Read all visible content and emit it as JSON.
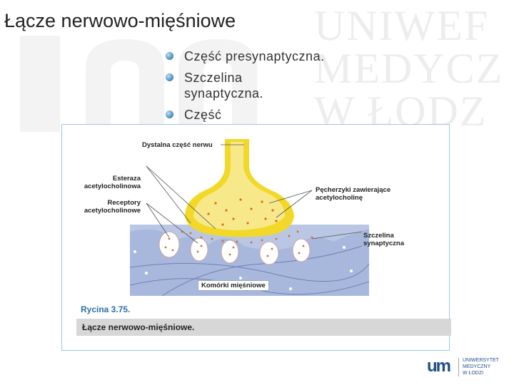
{
  "slide": {
    "title": "Łącze nerwowo-mięśniowe",
    "bullets": [
      "Część presynaptyczna.",
      "Szczelina synaptyczna.",
      "Część"
    ]
  },
  "watermark": {
    "line1": "UNIWEF",
    "line2": "MEDYCZ",
    "line3": "W ŁODZ"
  },
  "figure": {
    "labels": {
      "distal": "Dystalna część nerwu",
      "esteraza": "Esteraza\nacetylocholinowa",
      "receptory": "Receptory\nacetylocholinowe",
      "pecherzyki": "Pęcherzyki zawierające\nacetylocholinę",
      "szczelina": "Szczelina\nsynaptyczna",
      "komorki": "Komórki mięśniowe"
    },
    "caption_title": "Rycina 3.75.",
    "caption_text": "Łącze nerwowo-mięśniowe."
  },
  "logo": {
    "mark": "um",
    "text": "UNIWERSYTET\nMEDYCZNY\nW ŁODZI"
  },
  "colors": {
    "nerve": "#f2d829",
    "muscle": "#b9c7e4",
    "dots": "#d9692a",
    "accent": "#2a6fa8"
  }
}
